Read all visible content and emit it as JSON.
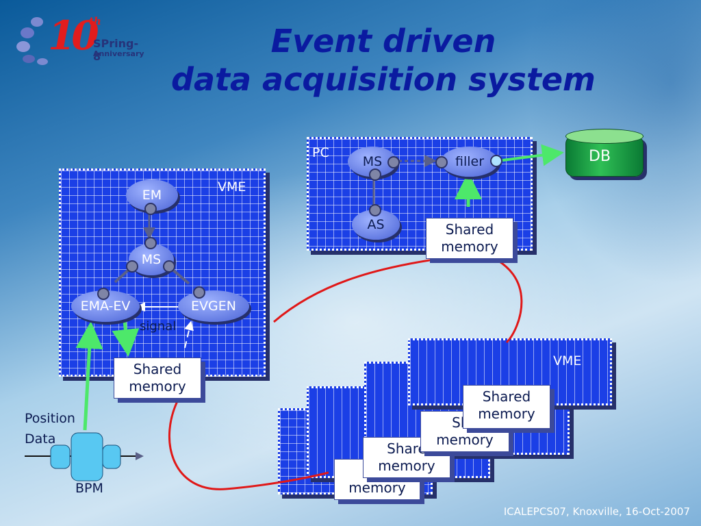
{
  "title_line1": "Event driven",
  "title_line2": "data acquisition system",
  "logo": {
    "number": "10",
    "suffix": "th",
    "name": "SPring-8",
    "subtitle": "Anniversary"
  },
  "vme_left": {
    "label": "VME",
    "nodes": {
      "em": "EM",
      "ms": "MS",
      "ema": "EMA-EV",
      "evgen": "EVGEN"
    },
    "signal": "signal",
    "shared_line1": "Shared",
    "shared_line2": "memory"
  },
  "pc": {
    "label": "PC",
    "nodes": {
      "ms": "MS",
      "filler": "filler",
      "as": "AS"
    },
    "shared_line1": "Shared",
    "shared_line2": "memory"
  },
  "db": "DB",
  "vme_stack": {
    "label": "VME",
    "memories": [
      {
        "line1": "Shared",
        "line2": "memory"
      },
      {
        "line1": "Sha",
        "line2": "memory"
      },
      {
        "line1": "Share",
        "line2": "memory"
      },
      {
        "line1": "Sl",
        "line2": "memory"
      }
    ]
  },
  "bpm": {
    "label": "BPM",
    "position_line1": "Position",
    "position_line2": "Data"
  },
  "footer": "ICALEPCS07, Knoxville, 16-Oct-2007",
  "colors": {
    "panel": "#1b3fe6",
    "title": "#0a1aa0",
    "green_arrow": "#4de86a",
    "red_link": "#e01818",
    "db": "#1a9a3f"
  }
}
